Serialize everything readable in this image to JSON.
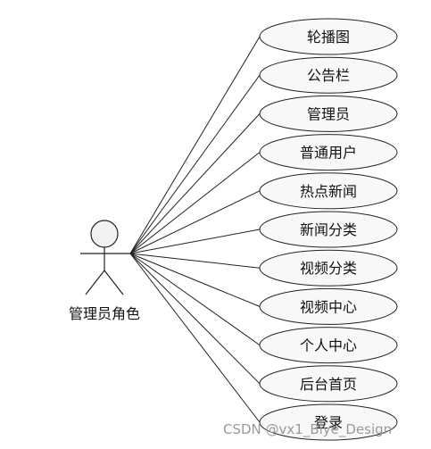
{
  "actor": {
    "label": "管理员角色"
  },
  "use_cases": [
    {
      "label": "轮播图"
    },
    {
      "label": "公告栏"
    },
    {
      "label": "管理员"
    },
    {
      "label": "普通用户"
    },
    {
      "label": "热点新闻"
    },
    {
      "label": "新闻分类"
    },
    {
      "label": "视频分类"
    },
    {
      "label": "视频中心"
    },
    {
      "label": "个人中心"
    },
    {
      "label": "后台首页"
    },
    {
      "label": "登录"
    }
  ],
  "watermark": "CSDN @vx1_Biye_Design"
}
